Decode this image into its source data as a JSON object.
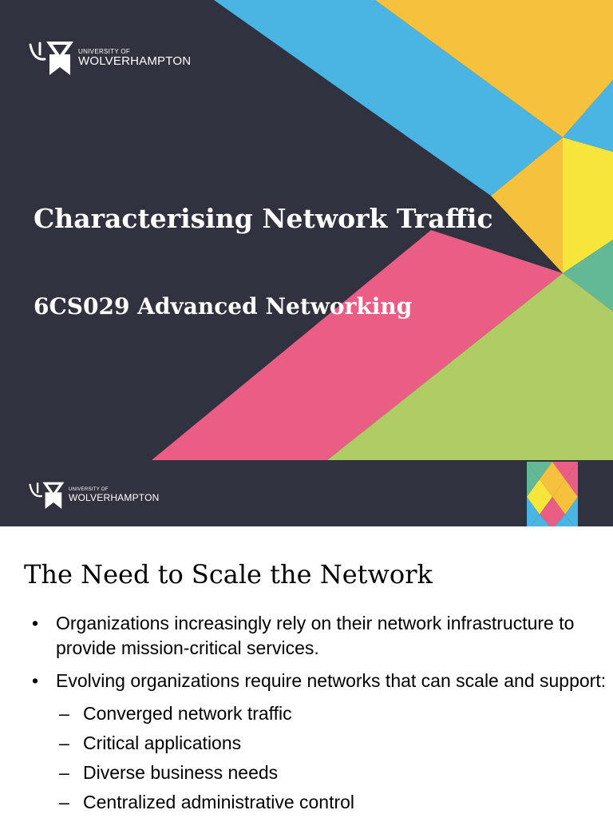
{
  "slide1": {
    "logo": {
      "small_text": "UNIVERSITY OF",
      "big_text": "WOLVERHAMPTON"
    },
    "title": "Characterising Network Traffic",
    "subtitle": "6CS029 Advanced Networking",
    "colors": {
      "background": "#30323f",
      "blue": "#4ab4e2",
      "orange": "#f6c13c",
      "yellow": "#f6e63b",
      "pink": "#ea5e85",
      "green": "#b0cc64",
      "teal": "#63b995"
    }
  },
  "slide2": {
    "logo": {
      "small_text": "UNIVERSITY OF",
      "big_text": "WOLVERHAMPTON"
    },
    "title": "The Need to Scale the Network",
    "bullets": [
      {
        "level": 1,
        "text": "Organizations increasingly rely on their network infrastructure to provide mission-critical services."
      },
      {
        "level": 1,
        "text": "Evolving organizations require networks that can scale and support:"
      },
      {
        "level": 2,
        "text": "Converged network traffic"
      },
      {
        "level": 2,
        "text": "Critical applications"
      },
      {
        "level": 2,
        "text": "Diverse business needs"
      },
      {
        "level": 2,
        "text": "Centralized administrative control"
      }
    ]
  }
}
